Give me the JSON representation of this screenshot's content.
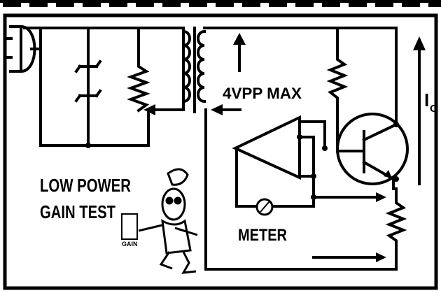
{
  "labels": {
    "voltage": "4VPP MAX",
    "current_main": "I",
    "current_sub": "C",
    "title_line1": "LOW POWER",
    "title_line2": "GAIN TEST",
    "meter": "METER",
    "gain_knob": "GAIN"
  },
  "colors": {
    "ink": "#000000",
    "paper": "#ffffff"
  }
}
